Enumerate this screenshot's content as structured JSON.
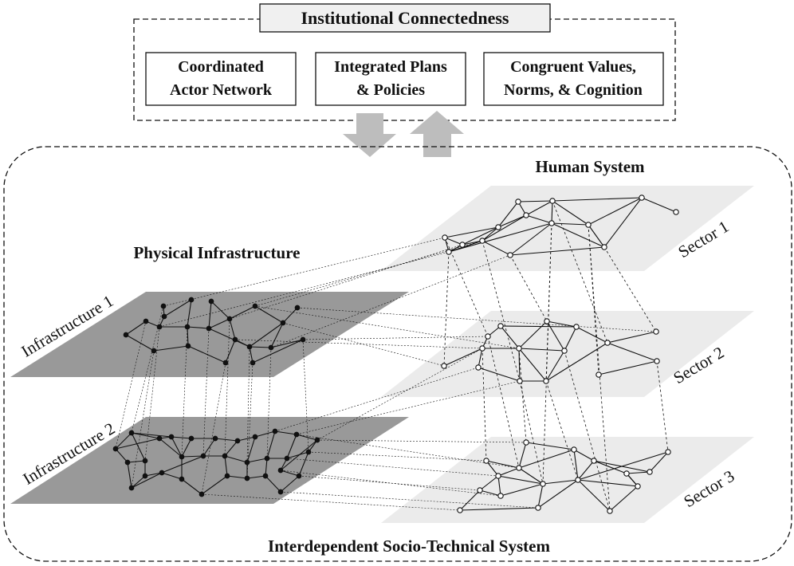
{
  "institutional": {
    "title": "Institutional Connectedness",
    "boxes": [
      {
        "line1": "Coordinated",
        "line2": "Actor Network"
      },
      {
        "line1": "Integrated Plans",
        "line2": "& Policies"
      },
      {
        "line1": "Congruent Values,",
        "line2": "Norms, & Cognition"
      }
    ]
  },
  "system": {
    "human_title": "Human System",
    "physical_title": "Physical Infrastructure",
    "bottom_title": "Interdependent Socio-Technical System"
  },
  "planes": {
    "infrastructure_1": "Infrastructure 1",
    "infrastructure_2": "Infrastructure 2",
    "sector_1": "Sector 1",
    "sector_2": "Sector 2",
    "sector_3": "Sector 3"
  },
  "colors": {
    "infrastructure_plane": "#999999",
    "sector_plane": "#ebebeb",
    "arrow": "#bdbdbd",
    "box_header": "#f0f0f0",
    "line": "#111111"
  }
}
